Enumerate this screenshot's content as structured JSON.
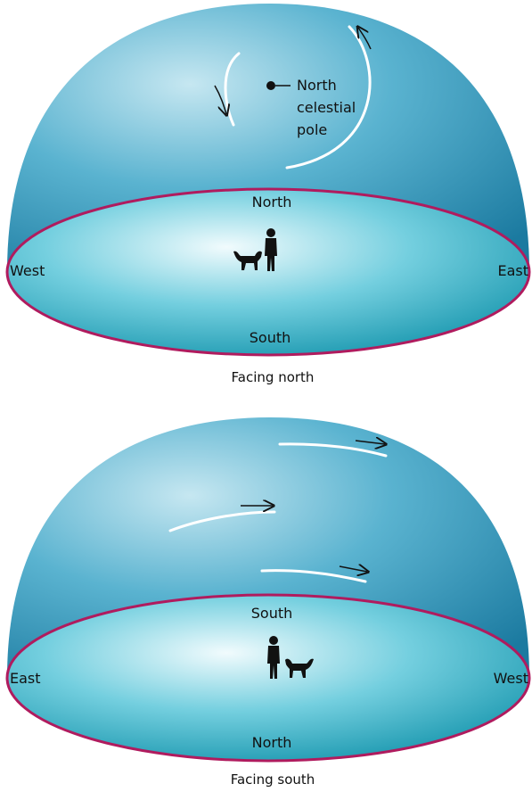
{
  "colors": {
    "dome_light": "#bfe3ef",
    "dome_mid": "#49a9c9",
    "dome_dark": "#1d7ea3",
    "ground_light": "#eef9fb",
    "ground_mid": "#57c3d6",
    "ground_edge": "#1f9fb5",
    "horizon": "#b01b5e",
    "trail": "#ffffff",
    "ink": "#111111"
  },
  "panels": [
    {
      "caption": "Facing north",
      "labels": {
        "top": "North",
        "bottom": "South",
        "left": "West",
        "right": "East"
      },
      "pole_label": [
        "North",
        "celestial",
        "pole"
      ]
    },
    {
      "caption": "Facing south",
      "labels": {
        "top": "South",
        "bottom": "North",
        "left": "East",
        "right": "West"
      }
    }
  ]
}
